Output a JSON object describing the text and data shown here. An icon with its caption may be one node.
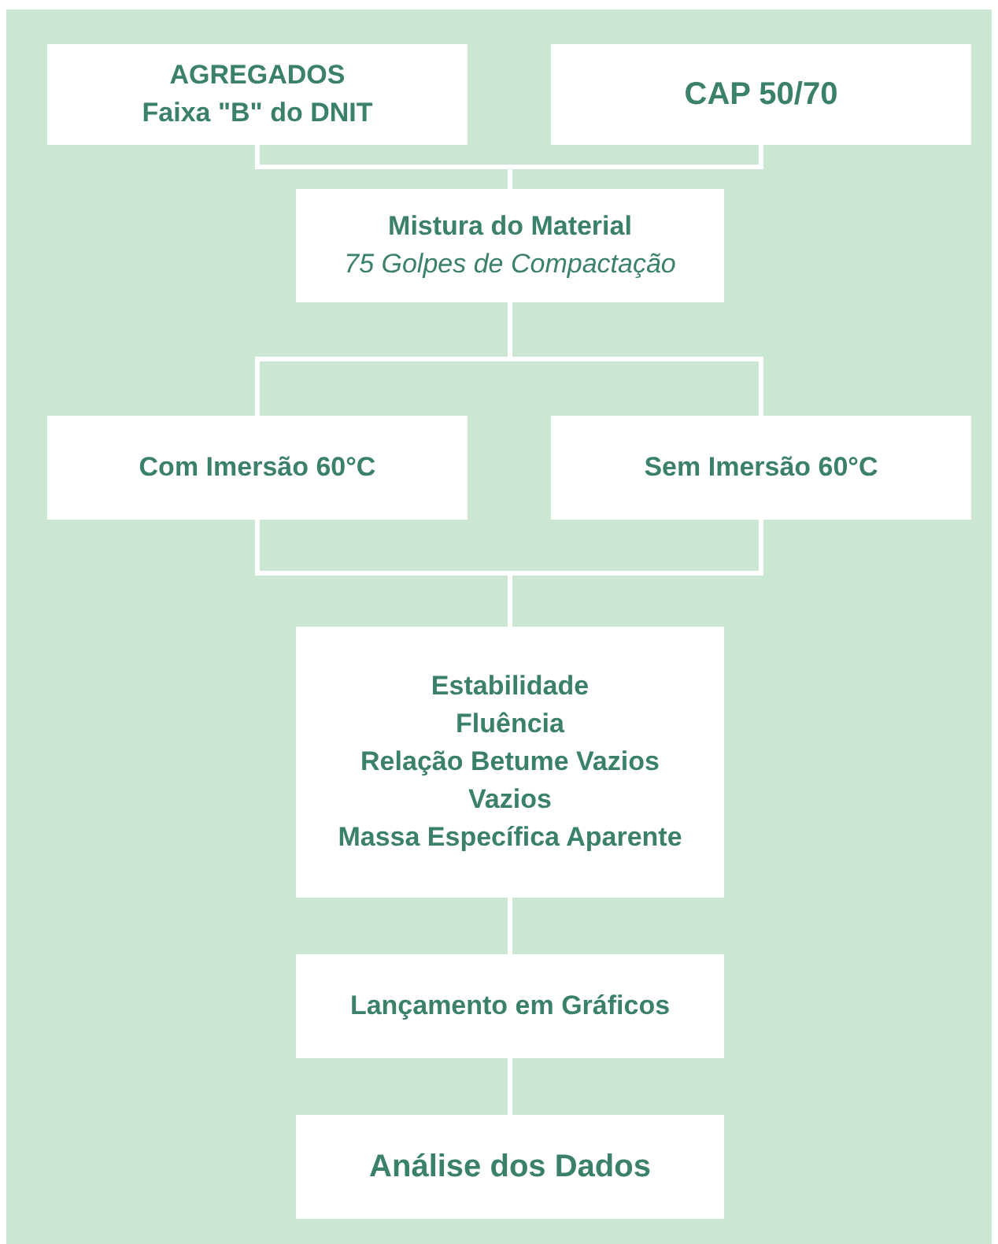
{
  "diagram": {
    "nodes": [
      {
        "text": [
          "AGREGADOS",
          "Faixa \"B\" do DNIT"
        ]
      },
      {
        "text": [
          "CAP 50/70"
        ]
      },
      {
        "text": [
          "Mistura do Material",
          "75 Golpes de Compactação"
        ]
      },
      {
        "text": [
          "Com Imersão 60°C"
        ]
      },
      {
        "text": [
          "Sem Imersão 60°C"
        ]
      },
      {
        "text": [
          "Estabilidade",
          "Fluência",
          "Relação Betume Vazios",
          "Vazios",
          "Massa Específica Aparente"
        ]
      },
      {
        "text": [
          "Lançamento em Gráficos"
        ]
      },
      {
        "text": [
          "Análise dos Dados"
        ]
      }
    ],
    "edges": [
      {
        "from": 0,
        "to": 2,
        "arrow": "none"
      },
      {
        "from": 1,
        "to": 2,
        "arrow": "none"
      },
      {
        "from": 2,
        "to": 3,
        "arrow": "none"
      },
      {
        "from": 2,
        "to": 4,
        "arrow": "none"
      },
      {
        "from": 3,
        "to": 5,
        "arrow": "none"
      },
      {
        "from": 4,
        "to": 5,
        "arrow": "none"
      },
      {
        "from": 5,
        "to": 6,
        "arrow": "none"
      },
      {
        "from": 6,
        "to": 7,
        "arrow": "none"
      }
    ]
  }
}
